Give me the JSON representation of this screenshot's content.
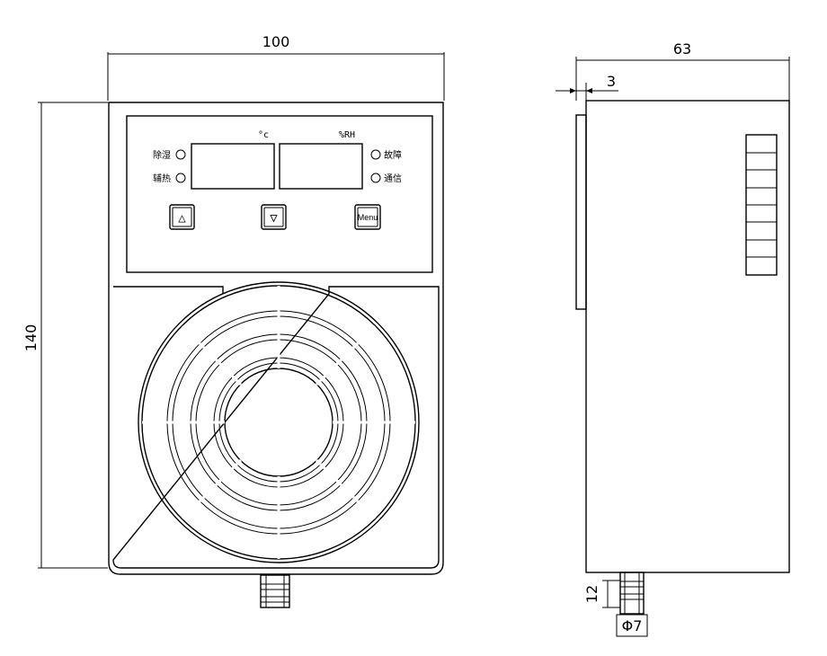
{
  "front_view": {
    "dim_width": "100",
    "dim_height": "140",
    "unit_celsius": "°c",
    "unit_humidity": "%RH",
    "indicators_left": [
      "除湿",
      "辅热"
    ],
    "indicators_right": [
      "故障",
      "通信"
    ],
    "buttons": {
      "up": "△",
      "down": "▽",
      "menu": "Menu"
    }
  },
  "side_view": {
    "dim_depth": "63",
    "dim_offset": "3",
    "dim_nozzle_length": "12",
    "dim_nozzle_diameter": "Φ7"
  }
}
